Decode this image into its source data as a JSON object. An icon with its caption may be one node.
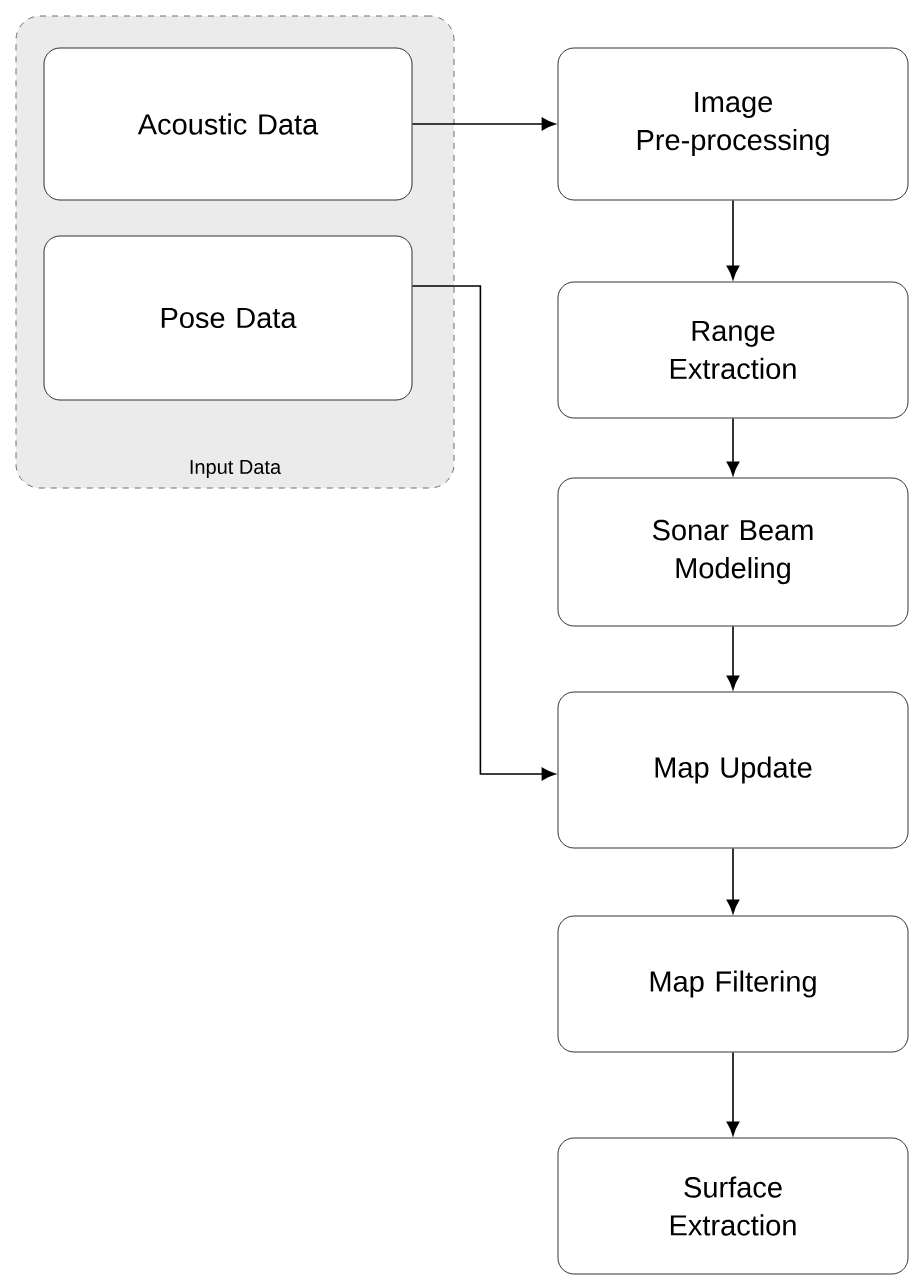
{
  "diagram": {
    "nodes": [
      {
        "text": [
          "Input Data"
        ]
      },
      {
        "text": [
          "Acoustic Data"
        ],
        "in": 0
      },
      {
        "text": [
          "Pose Data"
        ],
        "in": 0
      },
      {
        "text": [
          "Image Pre-processing"
        ]
      },
      {
        "text": [
          "Range Extraction"
        ]
      },
      {
        "text": [
          "Sonar Beam Modeling"
        ]
      },
      {
        "text": [
          "Map Update"
        ]
      },
      {
        "text": [
          "Map Filtering"
        ]
      },
      {
        "text": [
          "Surface Extraction"
        ]
      }
    ],
    "edges": [
      {
        "from": 1,
        "to": 3,
        "arrow": "to"
      },
      {
        "from": 3,
        "to": 4,
        "arrow": "to"
      },
      {
        "from": 4,
        "to": 5,
        "arrow": "to"
      },
      {
        "from": 5,
        "to": 6,
        "arrow": "to"
      },
      {
        "from": 2,
        "to": 6,
        "arrow": "to"
      },
      {
        "from": 6,
        "to": 7,
        "arrow": "to"
      },
      {
        "from": 7,
        "to": 8,
        "arrow": "to"
      }
    ]
  }
}
